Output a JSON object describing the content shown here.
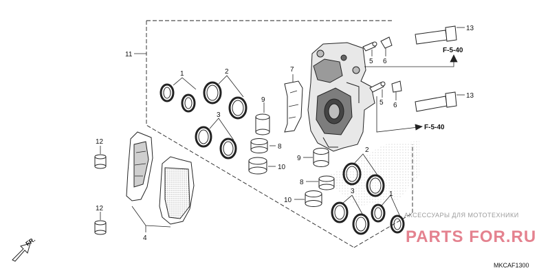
{
  "diagram": {
    "code": "MKCAF1300",
    "front_label": "FR.",
    "references": {
      "a": "F-5-40",
      "b": "F-5-40"
    },
    "callouts": {
      "n1a": "1",
      "n1b": "1",
      "n2a": "2",
      "n2b": "2",
      "n3a": "3",
      "n3b": "3",
      "n4": "4",
      "n5a": "5",
      "n5b": "5",
      "n6a": "6",
      "n6b": "6",
      "n7": "7",
      "n8a": "8",
      "n8b": "8",
      "n9a": "9",
      "n9b": "9",
      "n10a": "10",
      "n10b": "10",
      "n11": "11",
      "n12a": "12",
      "n12b": "12",
      "n13a": "13",
      "n13b": "13"
    },
    "watermark": {
      "line1": "АКСЕССУАРЫ ДЛЯ МОТОТЕХНИКИ",
      "line2": "PARTS FOR.RU"
    }
  }
}
